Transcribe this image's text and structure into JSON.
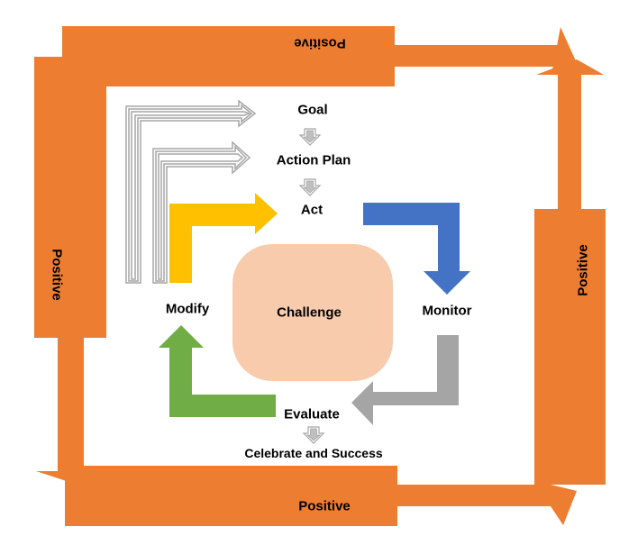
{
  "diagram": {
    "title": "",
    "colors": {
      "outer_arrow": "#ED7D31",
      "center_box": "#F8CBAD",
      "act_arrow": "#FFC000",
      "monitor_arrow": "#4472C4",
      "evaluate_arrow": "#A5A5A5",
      "modify_arrow": "#70AD47",
      "outline_arrow": "#A5A5A5"
    },
    "outer_labels": {
      "top": "Positive",
      "right": "Positive",
      "bottom": "Positive",
      "left": "Positive"
    },
    "center": {
      "label": "Challenge"
    },
    "steps": {
      "goal": "Goal",
      "action_plan": "Action Plan",
      "act": "Act",
      "monitor": "Monitor",
      "evaluate": "Evaluate",
      "celebrate": "Celebrate and Success",
      "modify": "Modify"
    },
    "flow": [
      {
        "from": "Goal",
        "to": "Action Plan"
      },
      {
        "from": "Action Plan",
        "to": "Act"
      },
      {
        "from": "Act",
        "to": "Monitor"
      },
      {
        "from": "Monitor",
        "to": "Evaluate"
      },
      {
        "from": "Evaluate",
        "to": "Modify"
      },
      {
        "from": "Modify",
        "to": "Act"
      },
      {
        "from": "Modify",
        "to": "Action Plan"
      },
      {
        "from": "Modify",
        "to": "Goal"
      },
      {
        "from": "Evaluate",
        "to": "Celebrate and Success"
      }
    ]
  }
}
